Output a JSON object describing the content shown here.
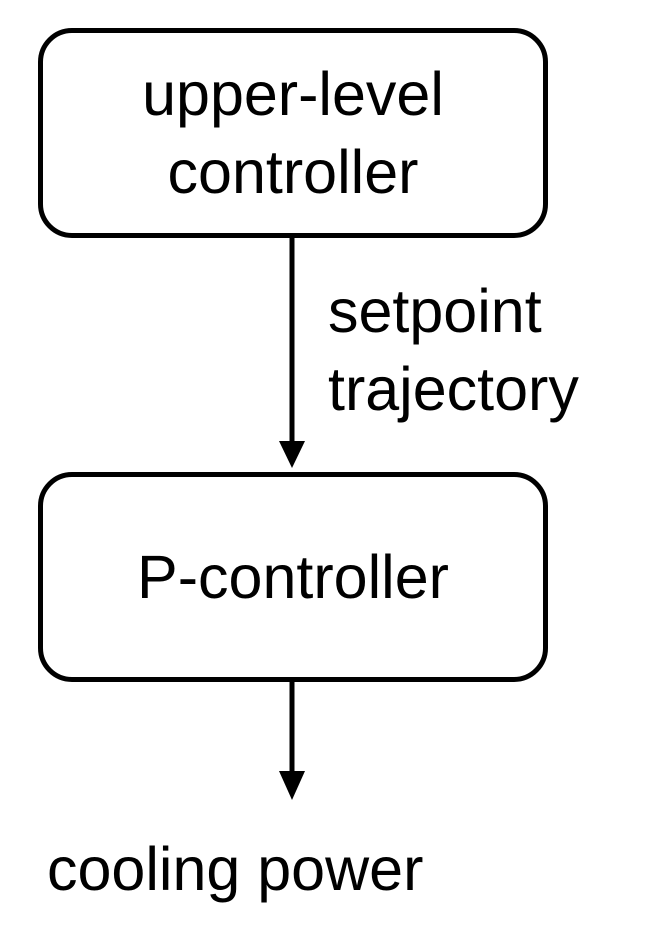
{
  "nodes": {
    "upper": {
      "line1": "upper-level",
      "line2": "controller"
    },
    "p_controller": {
      "label": "P-controller"
    }
  },
  "edges": {
    "setpoint": {
      "line1": "setpoint",
      "line2": "trajectory"
    }
  },
  "output": {
    "label": "cooling power"
  },
  "colors": {
    "stroke": "#000000",
    "text": "#000000",
    "background": "#ffffff"
  }
}
